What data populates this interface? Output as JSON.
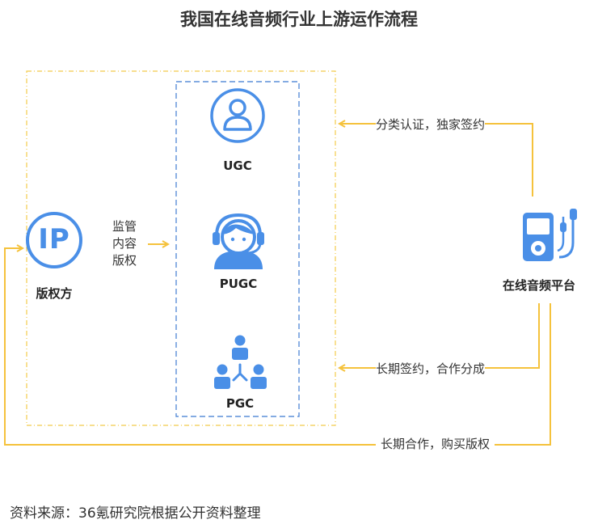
{
  "title": "我国在线音频行业上游运作流程",
  "nodes": {
    "ip_holder": {
      "icon_text": "IP",
      "label": "版权方"
    },
    "ugc": {
      "label": "UGC"
    },
    "pugc": {
      "label": "PUGC"
    },
    "pgc": {
      "label": "PGC"
    },
    "platform": {
      "label": "在线音频平台"
    }
  },
  "edges": {
    "ip_to_content": [
      "监管",
      "内容",
      "版权"
    ],
    "platform_to_top": "分类认证，独家签约",
    "platform_to_mid": "长期签约，合作分成",
    "platform_to_ip": "长期合作，购买版权"
  },
  "source": "资料来源：36氪研究院根据公开资料整理",
  "colors": {
    "icon_blue": "#4a8fe7",
    "arrow_yellow": "#f5c23c",
    "outer_border": "#f2cb4a",
    "inner_border": "#5b8fd9"
  },
  "icons": {
    "ip_holder": "ip-circle-icon",
    "ugc": "user-icon",
    "pugc": "headset-person-icon",
    "pgc": "team-network-icon",
    "platform": "audio-player-icon"
  }
}
